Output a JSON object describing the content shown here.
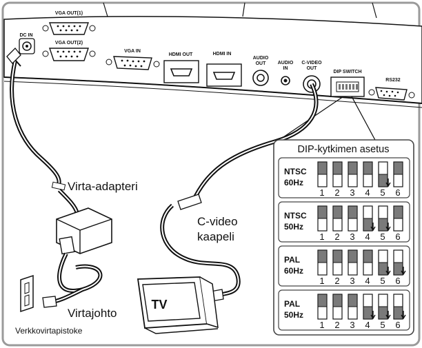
{
  "ports": {
    "dc_in": "DC IN",
    "vga_out1": "VGA OUT(1)",
    "vga_out2": "VGA OUT(2)",
    "vga_in": "VGA IN",
    "hdmi_out": "HDMI OUT",
    "hdmi_in": "HDMI IN",
    "audio_out": [
      "AUDIO",
      "OUT"
    ],
    "audio_in": [
      "AUDIO",
      "IN"
    ],
    "cvideo_out": [
      "C-VIDEO",
      "OUT"
    ],
    "dip_switch": "DIP SWITCH",
    "rs232": "RS232"
  },
  "callouts": {
    "power_adapter": "Virta-adapteri",
    "power_cord": "Virtajohto",
    "wall_outlet": "Verkkovirtapistoke",
    "cvideo_cable": [
      "C-video",
      "kaapeli"
    ],
    "tv": "TV"
  },
  "dip_panel": {
    "title": "DIP-kytkimen asetus",
    "numbers": [
      "1",
      "2",
      "3",
      "4",
      "5",
      "6"
    ],
    "modes": [
      {
        "label": [
          "NTSC",
          "60Hz"
        ],
        "switches": [
          "up",
          "up",
          "up",
          "up",
          "down",
          "up"
        ]
      },
      {
        "label": [
          "NTSC",
          "50Hz"
        ],
        "switches": [
          "up",
          "up",
          "up",
          "down",
          "down",
          "up"
        ]
      },
      {
        "label": [
          "PAL",
          "60Hz"
        ],
        "switches": [
          "up",
          "up",
          "up",
          "up",
          "down",
          "down"
        ]
      },
      {
        "label": [
          "PAL",
          "50Hz"
        ],
        "switches": [
          "up",
          "up",
          "up",
          "down",
          "down",
          "down"
        ]
      }
    ]
  },
  "colors": {
    "line": "#111111",
    "switch_fill": "#7a7a7a",
    "panel_border": "#444444",
    "frame_border": "#9a9a9a"
  }
}
